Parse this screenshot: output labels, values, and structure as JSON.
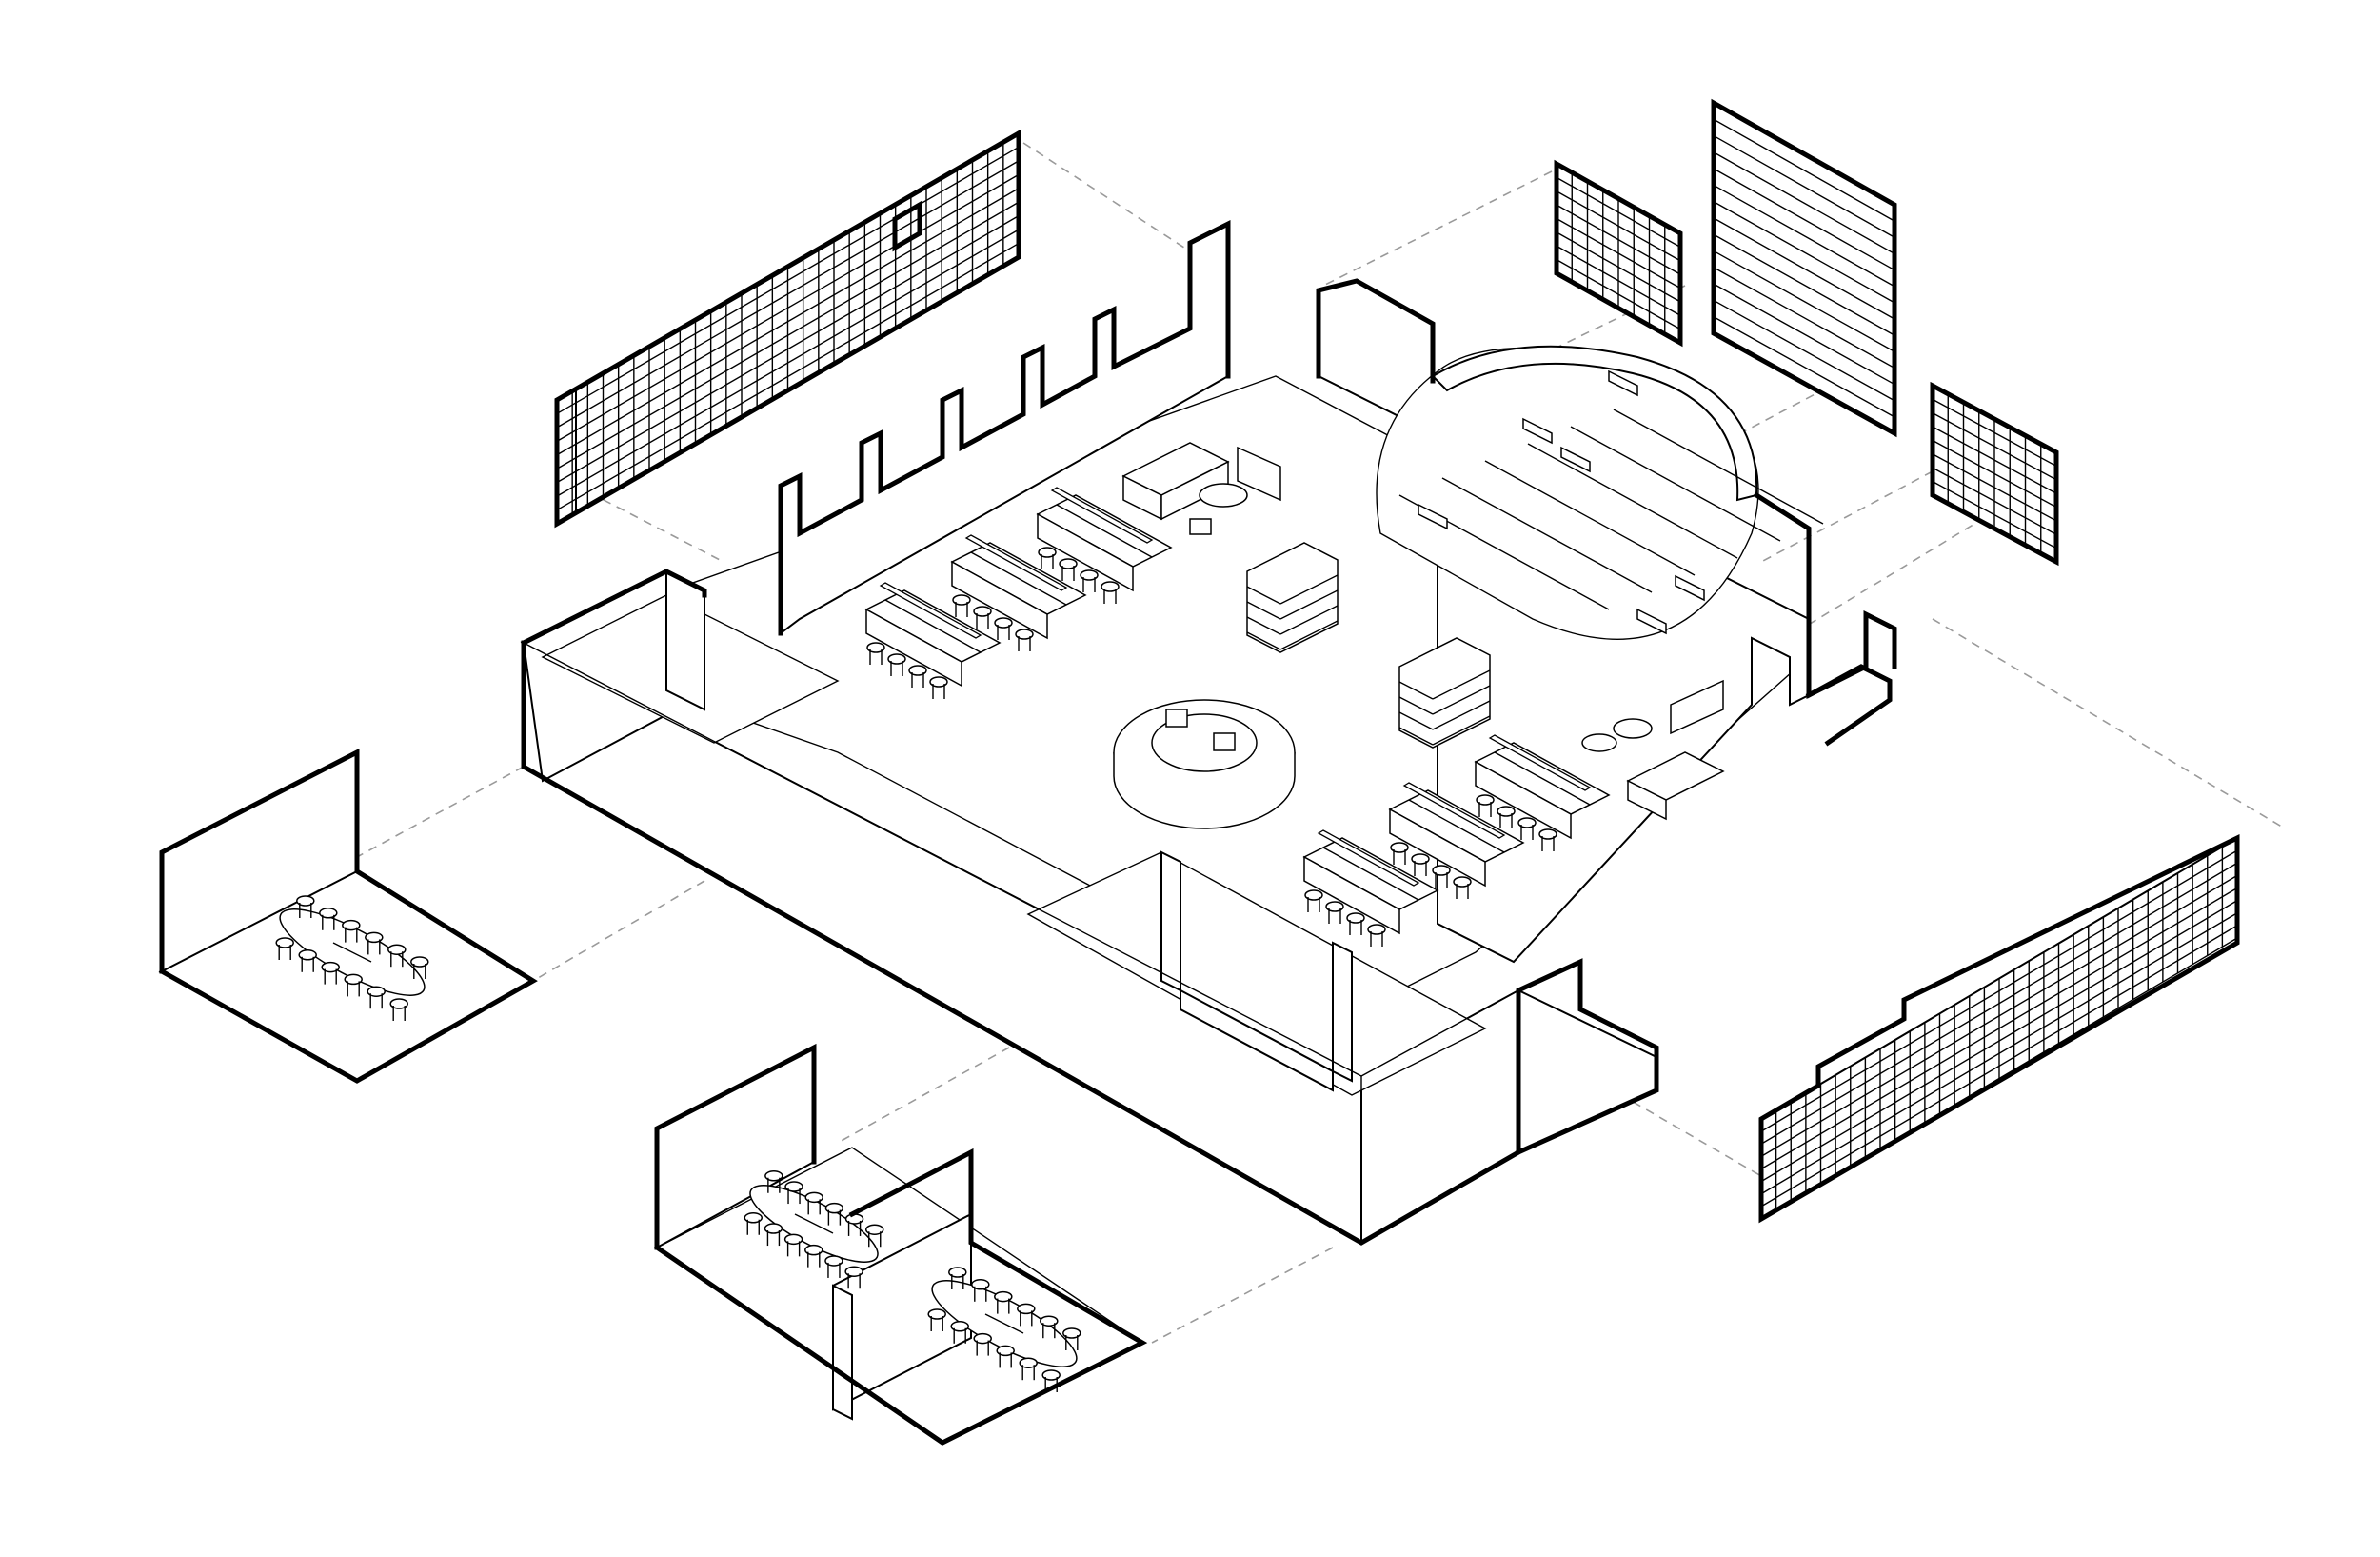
{
  "figure": {
    "type": "exploded-isometric-floor-plan",
    "line_color": "#000000",
    "background": "#ffffff",
    "leader_color": "#9a9a9a",
    "components": [
      "upper-left-bookshelf-wall",
      "upper-right-bookshelf-block",
      "upper-right-slatted-panel",
      "right-bookshelf-block",
      "lower-right-bookshelf-wall",
      "left-meeting-room",
      "lower-double-meeting-room",
      "main-floor-plate"
    ]
  }
}
